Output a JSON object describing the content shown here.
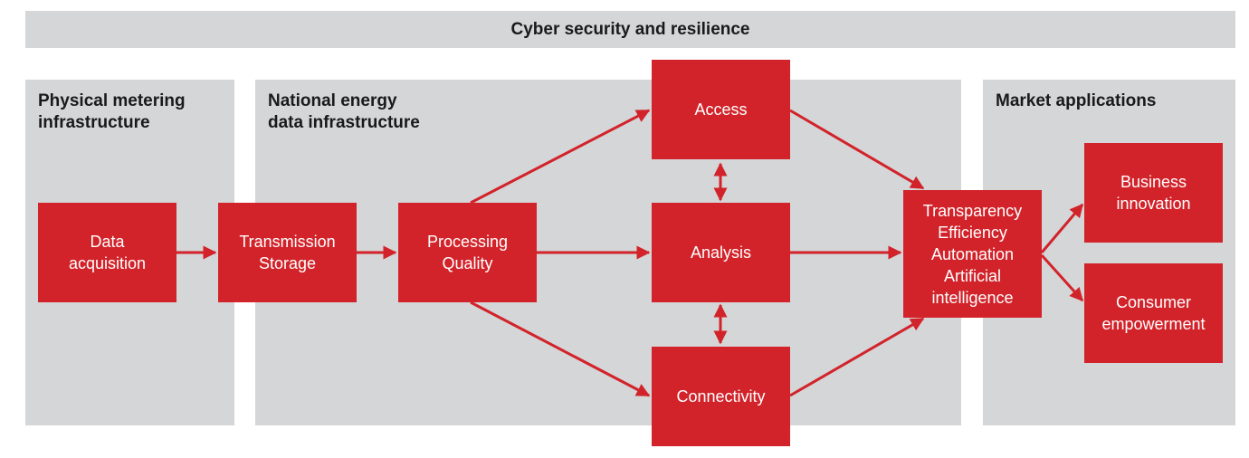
{
  "top_band": {
    "title": "Cyber security and resilience"
  },
  "panels": {
    "physical": {
      "title_line1": "Physical metering",
      "title_line2": "infrastructure"
    },
    "national": {
      "title_line1": "National energy",
      "title_line2": "data infrastructure"
    },
    "market": {
      "title_line1": "Market applications"
    }
  },
  "boxes": {
    "data_acquisition": [
      "Data",
      "acquisition"
    ],
    "transmission": [
      "Transmission",
      "Storage"
    ],
    "processing": [
      "Processing",
      "Quality"
    ],
    "access": [
      "Access"
    ],
    "analysis": [
      "Analysis"
    ],
    "connectivity": [
      "Connectivity"
    ],
    "outcomes": [
      "Transparency",
      "Efficiency",
      "Automation",
      "Artificial",
      "intelligence"
    ],
    "business": [
      "Business",
      "innovation"
    ],
    "consumer": [
      "Consumer",
      "empowerment"
    ]
  },
  "colors": {
    "box_red": "#d2232a",
    "panel_grey": "#d5d6d8",
    "arrow_red": "#d2232a"
  }
}
